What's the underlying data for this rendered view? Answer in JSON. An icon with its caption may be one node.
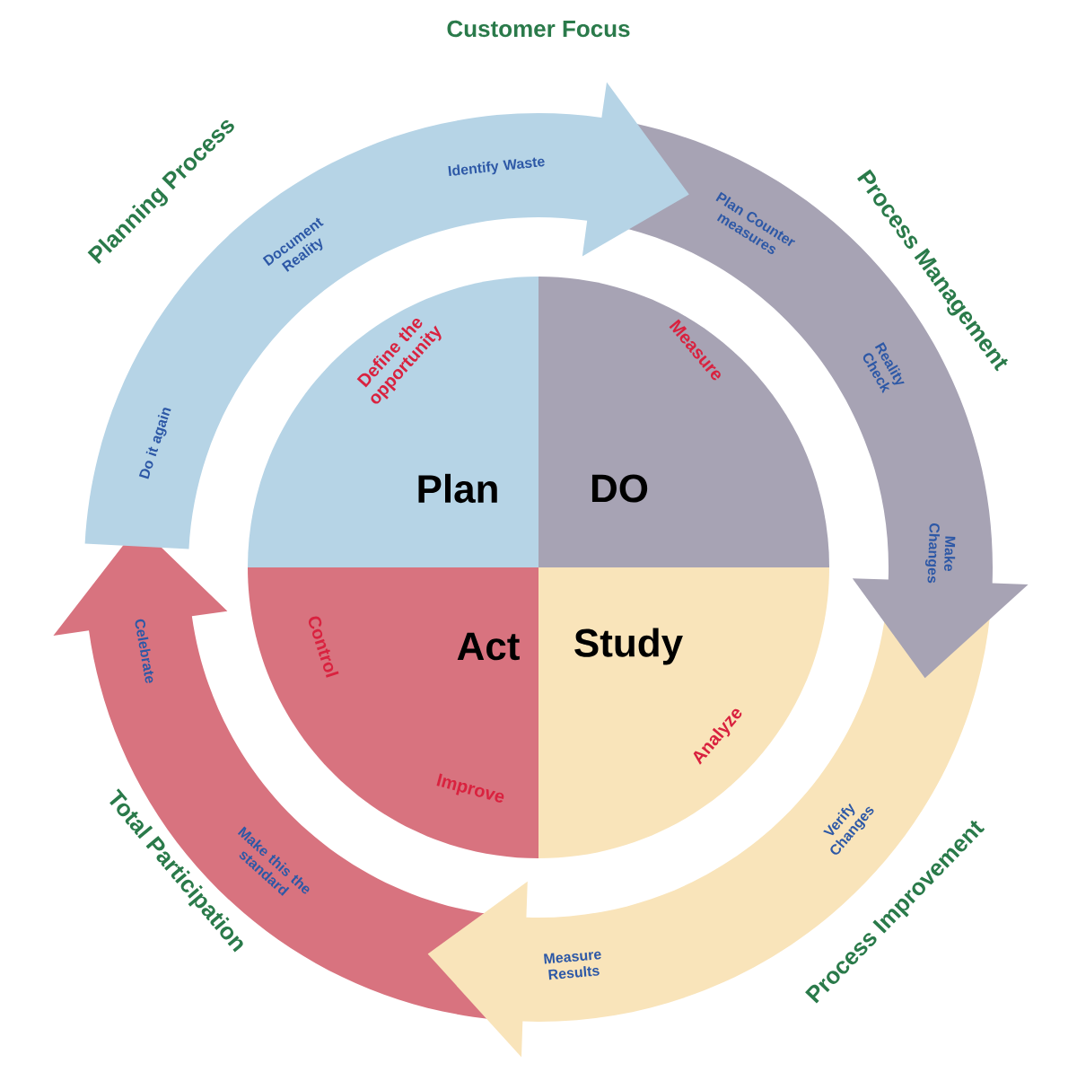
{
  "diagram": {
    "nodes": [
      {
        "text": [
          "Plan",
          "Define the opportunity"
        ]
      },
      {
        "text": [
          "DO",
          "Measure"
        ]
      },
      {
        "text": [
          "Study",
          "Analyze"
        ]
      },
      {
        "text": [
          "Act",
          "Control",
          "Improve"
        ]
      },
      {
        "text": [
          "Do it again",
          "Document Reality",
          "Identify Waste"
        ]
      },
      {
        "text": [
          "Plan Counter measures",
          "Reality Check",
          "Make Changes"
        ]
      },
      {
        "text": [
          "Verify Changes",
          "Measure Results"
        ]
      },
      {
        "text": [
          "Make this the standard",
          "Celebrate"
        ]
      }
    ],
    "labels": [
      "Customer Focus",
      "Planning Process",
      "Process Management",
      "Process Improvement",
      "Total Participation"
    ]
  }
}
